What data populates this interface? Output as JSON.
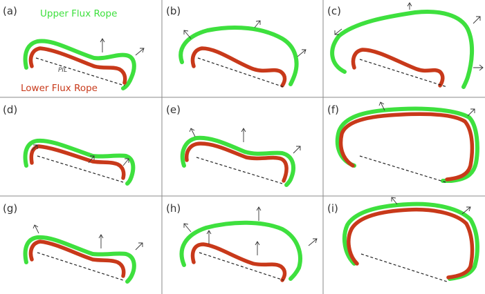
{
  "legend": {
    "upper": "Upper Flux Rope",
    "lower": "Lower Flux Rope",
    "pil": "PIL"
  },
  "colors": {
    "upper": "#3ee03e",
    "lower": "#c8391a",
    "grid": "#8a8a8a",
    "pil": "#222222"
  },
  "panels": [
    {
      "label": "(a)"
    },
    {
      "label": "(b)"
    },
    {
      "label": "(c)"
    },
    {
      "label": "(d)"
    },
    {
      "label": "(e)"
    },
    {
      "label": "(f)"
    },
    {
      "label": "(g)"
    },
    {
      "label": "(h)"
    },
    {
      "label": "(i)"
    }
  ]
}
